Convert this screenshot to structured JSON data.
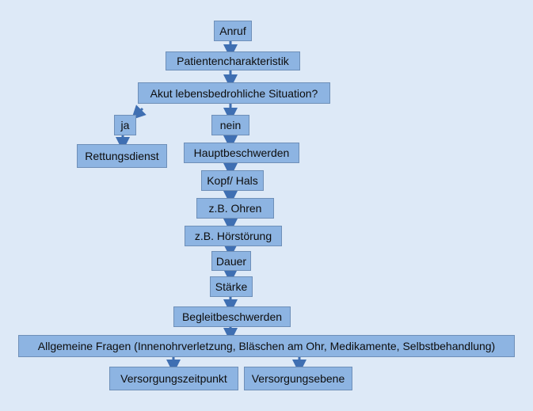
{
  "colors": {
    "background": "#dde9f7",
    "box_fill": "#8db4e2",
    "box_border": "#6e8fb8",
    "arrow": "#3f6fb2"
  },
  "nodes": {
    "anruf": "Anruf",
    "patient": "Patientencharakteristik",
    "akut": "Akut lebensbedrohliche Situation?",
    "ja": "ja",
    "nein": "nein",
    "rettung": "Rettungsdienst",
    "haupt": "Hauptbeschwerden",
    "kopf": "Kopf/ Hals",
    "ohren": "z.B. Ohren",
    "hoer": "z.B. Hörstörung",
    "dauer": "Dauer",
    "staerke": "Stärke",
    "begleit": "Begleitbeschwerden",
    "allg": "Allgemeine Fragen (Innenohrverletzung, Bläschen am Ohr, Medikamente, Selbstbehandlung)",
    "zeit": "Versorgungszeitpunkt",
    "ebene": "Versorgungsebene"
  },
  "edges": [
    [
      "anruf",
      "patient"
    ],
    [
      "patient",
      "akut"
    ],
    [
      "akut",
      "ja"
    ],
    [
      "akut",
      "nein"
    ],
    [
      "ja",
      "rettung"
    ],
    [
      "nein",
      "haupt"
    ],
    [
      "haupt",
      "kopf"
    ],
    [
      "kopf",
      "ohren"
    ],
    [
      "ohren",
      "hoer"
    ],
    [
      "hoer",
      "dauer"
    ],
    [
      "dauer",
      "staerke"
    ],
    [
      "staerke",
      "begleit"
    ],
    [
      "begleit",
      "allg"
    ],
    [
      "allg",
      "zeit"
    ],
    [
      "allg",
      "ebene"
    ]
  ]
}
